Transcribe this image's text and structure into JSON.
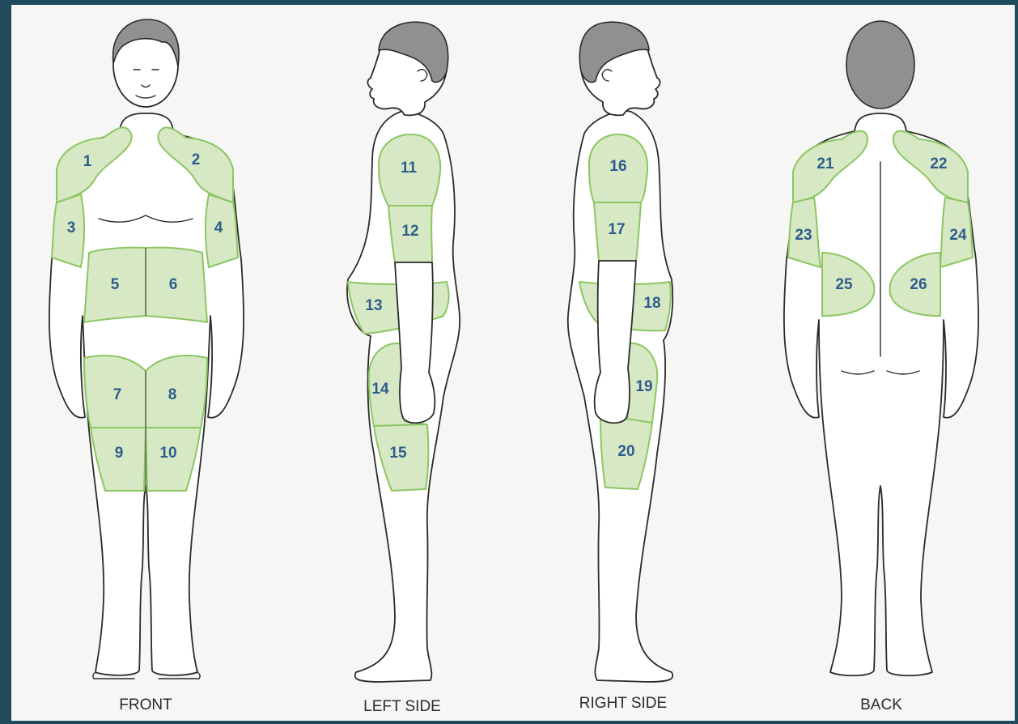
{
  "views": {
    "front": "FRONT",
    "left": "LEFT SIDE",
    "right": "RIGHT SIDE",
    "back": "BACK"
  },
  "zones": {
    "z1": "1",
    "z2": "2",
    "z3": "3",
    "z4": "4",
    "z5": "5",
    "z6": "6",
    "z7": "7",
    "z8": "8",
    "z9": "9",
    "z10": "10",
    "z11": "11",
    "z12": "12",
    "z13": "13",
    "z14": "14",
    "z15": "15",
    "z16": "16",
    "z17": "17",
    "z18": "18",
    "z19": "19",
    "z20": "20",
    "z21": "21",
    "z22": "22",
    "z23": "23",
    "z24": "24",
    "z25": "25",
    "z26": "26"
  },
  "colors": {
    "zone_fill": "#d7e8c4",
    "zone_stroke": "#8cc663",
    "zone_number": "#2e5d8c",
    "hair": "#8f9091",
    "frame": "#1e4a5c"
  }
}
